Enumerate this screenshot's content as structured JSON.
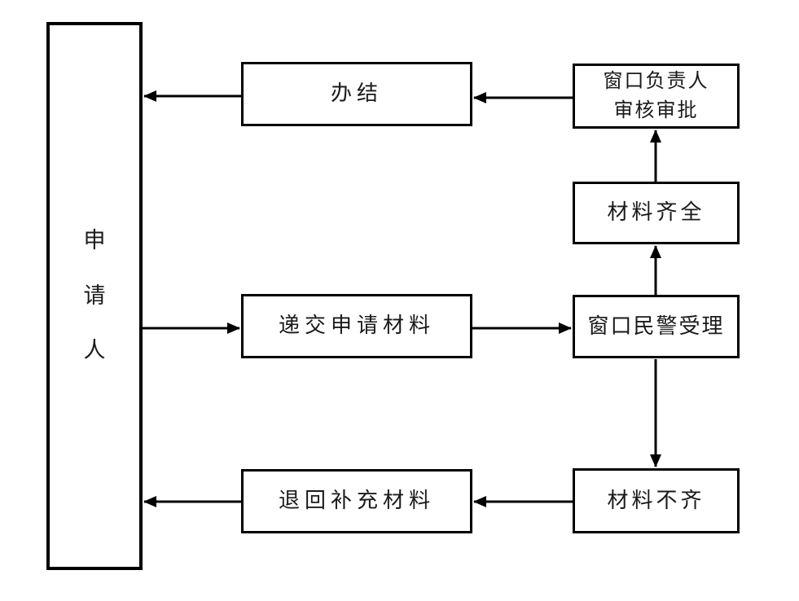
{
  "diagram": {
    "type": "flowchart",
    "background_color": "#ffffff",
    "line_color": "#000000",
    "text_color": "#1a1a1a",
    "nodes": {
      "applicant": {
        "label": "申请人",
        "chars": [
          "申",
          "请",
          "人"
        ],
        "orientation": "vertical"
      },
      "complete": {
        "label": "办结"
      },
      "window_leader": {
        "label": "窗口负责人审核审批",
        "line1": "窗口负责人",
        "line2": "审核审批"
      },
      "materials_complete": {
        "label": "材料齐全"
      },
      "submit_materials": {
        "label": "递交申请材料"
      },
      "window_police": {
        "label": "窗口民警受理"
      },
      "return_supplement": {
        "label": "退回补充材料"
      },
      "materials_incomplete": {
        "label": "材料不齐"
      }
    },
    "edges": [
      {
        "from": "申请人",
        "to": "递交申请材料"
      },
      {
        "from": "递交申请材料",
        "to": "窗口民警受理"
      },
      {
        "from": "窗口民警受理",
        "to": "材料齐全"
      },
      {
        "from": "材料齐全",
        "to": "窗口负责人审核审批"
      },
      {
        "from": "窗口负责人审核审批",
        "to": "办结"
      },
      {
        "from": "办结",
        "to": "申请人"
      },
      {
        "from": "窗口民警受理",
        "to": "材料不齐"
      },
      {
        "from": "材料不齐",
        "to": "退回补充材料"
      },
      {
        "from": "退回补充材料",
        "to": "申请人"
      }
    ]
  }
}
